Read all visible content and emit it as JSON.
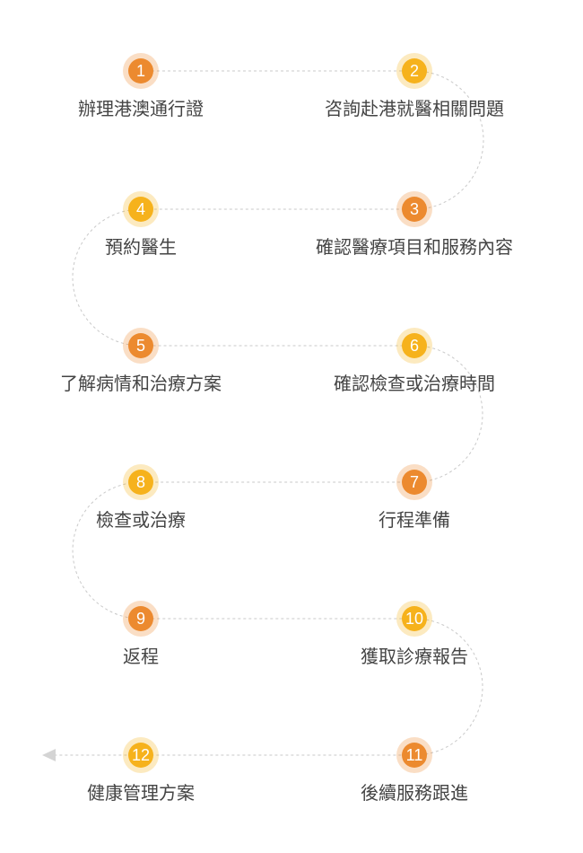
{
  "theme": {
    "orange": "#ec8a2f",
    "yellow": "#f6b21c",
    "line_color": "#c9c9c9",
    "text_color": "#444444"
  },
  "steps": [
    {
      "number": "1",
      "label": "辦理港澳通行證",
      "color": "orange"
    },
    {
      "number": "2",
      "label": "咨詢赴港就醫相關問題",
      "color": "yellow"
    },
    {
      "number": "3",
      "label": "確認醫療項目和服務內容",
      "color": "orange"
    },
    {
      "number": "4",
      "label": "預約醫生",
      "color": "yellow"
    },
    {
      "number": "5",
      "label": "了解病情和治療方案",
      "color": "orange"
    },
    {
      "number": "6",
      "label": "確認檢查或治療時間",
      "color": "yellow"
    },
    {
      "number": "7",
      "label": "行程準備",
      "color": "orange"
    },
    {
      "number": "8",
      "label": "檢查或治療",
      "color": "yellow"
    },
    {
      "number": "9",
      "label": "返程",
      "color": "orange"
    },
    {
      "number": "10",
      "label": "獲取診療報告",
      "color": "yellow"
    },
    {
      "number": "11",
      "label": "後續服務跟進",
      "color": "orange"
    },
    {
      "number": "12",
      "label": "健康管理方案",
      "color": "yellow"
    }
  ]
}
